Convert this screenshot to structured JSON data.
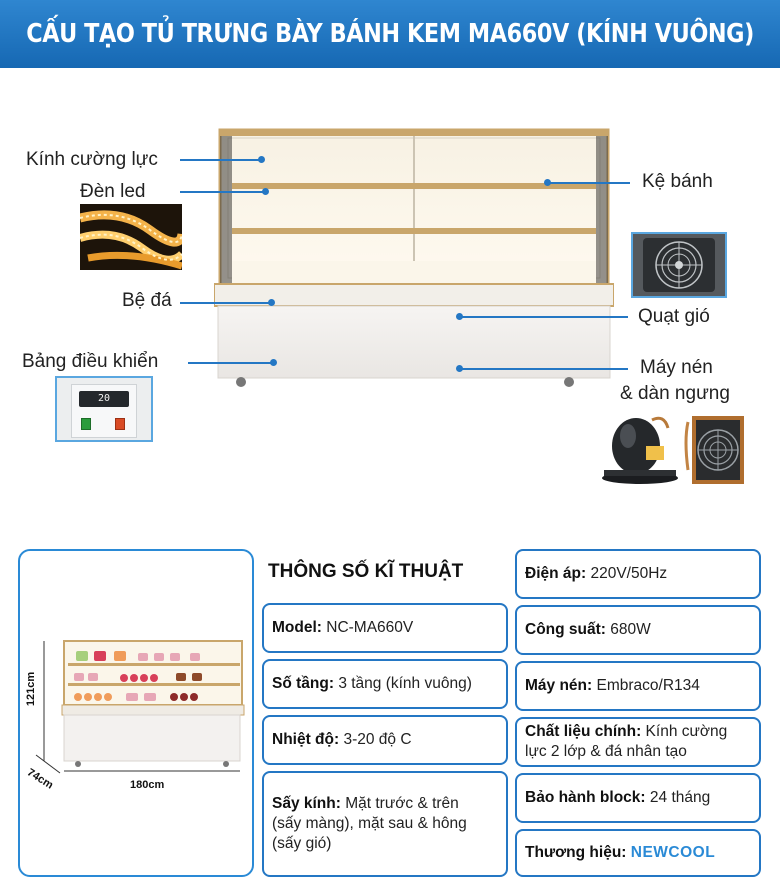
{
  "header": {
    "title": "CẤU TẠO TỦ TRƯNG BÀY BÁNH KEM MA660V (KÍNH VUÔNG)"
  },
  "parts": {
    "kinh_cuong_luc": "Kính cường lực",
    "den_led": "Đèn led",
    "be_da": "Bệ đá",
    "bang_dieu_khien": "Bảng điều khiển",
    "ke_banh": "Kệ bánh",
    "quat_gio": "Quạt gió",
    "may_nen_1": "Máy nén",
    "may_nen_2": "& dàn ngưng"
  },
  "control_panel": {
    "display": "20"
  },
  "dimensions": {
    "height": "121cm",
    "width": "180cm",
    "depth": "74cm"
  },
  "specs": {
    "title": "THÔNG SỐ KĨ THUẬT",
    "model": {
      "label": "Model:",
      "value": "NC-MA660V"
    },
    "so_tang": {
      "label": "Số tầng:",
      "value": "3 tầng (kính vuông)"
    },
    "nhiet_do": {
      "label": "Nhiệt độ:",
      "value": "3-20 độ C"
    },
    "say_kinh": {
      "label": "Sấy kính:",
      "value_1": " Mặt trước & trên",
      "value_2": "(sấy màng), mặt sau & hông",
      "value_3": "(sấy gió)"
    },
    "dien_ap": {
      "label": "Điện áp:",
      "value": "220V/50Hz"
    },
    "cong_suat": {
      "label": "Công suất:",
      "value": "680W"
    },
    "may_nen": {
      "label": "Máy nén:",
      "value": "Embraco/R134"
    },
    "chat_lieu": {
      "label": "Chất liệu chính:",
      "value_1": " Kính cường",
      "value_2": "lực 2 lớp & đá nhân tạo"
    },
    "bao_hanh": {
      "label": "Bảo hành block:",
      "value": "24 tháng"
    },
    "thuong_hieu": {
      "label": "Thương hiệu:",
      "value": "NEWCOOL"
    }
  },
  "colors": {
    "accent": "#2477c4",
    "header": "#1d73bd",
    "brand": "#2a8ad6"
  }
}
